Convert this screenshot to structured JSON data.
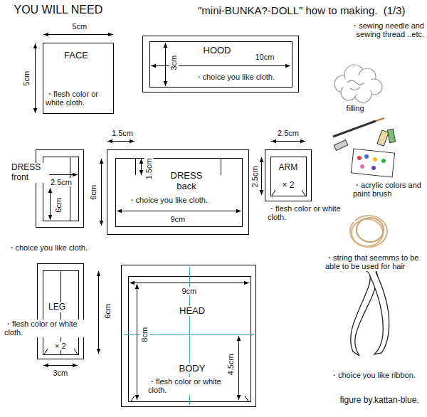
{
  "diagram": {
    "title": "\"mini-BUNKA?-DOLL\" how to making.  (1/3)",
    "caption": "figure by.kattan-blue.",
    "nodes": [
      {
        "text": [
          "FACE",
          "・flesh color or white cloth."
        ]
      },
      {
        "text": [
          "HOOD",
          "・choice you like cloth."
        ]
      },
      {
        "text": [
          "DRESS front"
        ]
      },
      {
        "text": [
          "DRESS back",
          "・choice you like cloth."
        ]
      },
      {
        "text": [
          "ARM",
          "× 2"
        ]
      },
      {
        "text": [
          "LEG",
          "× 2"
        ]
      },
      {
        "text": [
          "HEAD",
          "BODY",
          "・flesh color or white cloth."
        ]
      }
    ],
    "labels": [
      "YOU WILL NEED",
      "5cm",
      "5cm",
      "10cm",
      "3cm",
      "1.5cm",
      "2.5cm",
      "6cm",
      "・choice you like cloth.",
      "6cm",
      "1.5cm",
      "9cm",
      "2.5cm",
      "2.5cm",
      "・flesh color or white cloth.",
      "6cm",
      "・flesh color or white cloth.",
      "3cm",
      "9cm",
      "8cm",
      "4.5cm",
      "・sewing needle and sewing thread ..etc.",
      "filling",
      "・acrylic colors and paint brush",
      "・string that seemms to be able to be used for hair",
      "・choice you like ribbon."
    ]
  }
}
